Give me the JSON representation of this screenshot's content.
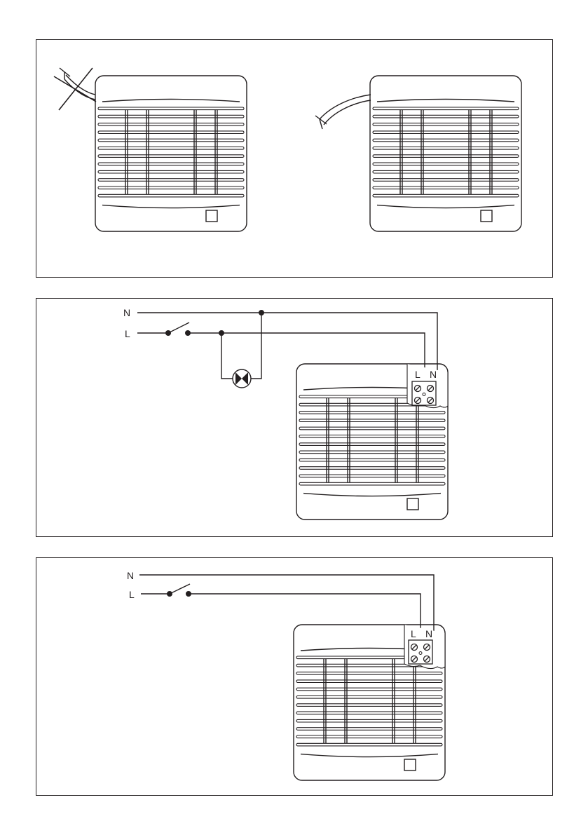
{
  "labels": {
    "neutral": "N",
    "live": "L",
    "terminal_live": "L",
    "terminal_neutral": "N"
  },
  "icons": {
    "fan": "extractor-fan-grille-icon",
    "switch": "switch-icon",
    "lamp": "lamp-icon",
    "terminal": "terminal-block-icon",
    "cable": "cable-icon",
    "cross": "cross-mark-icon"
  },
  "colors": {
    "line": "#231f20",
    "background": "#ffffff"
  }
}
